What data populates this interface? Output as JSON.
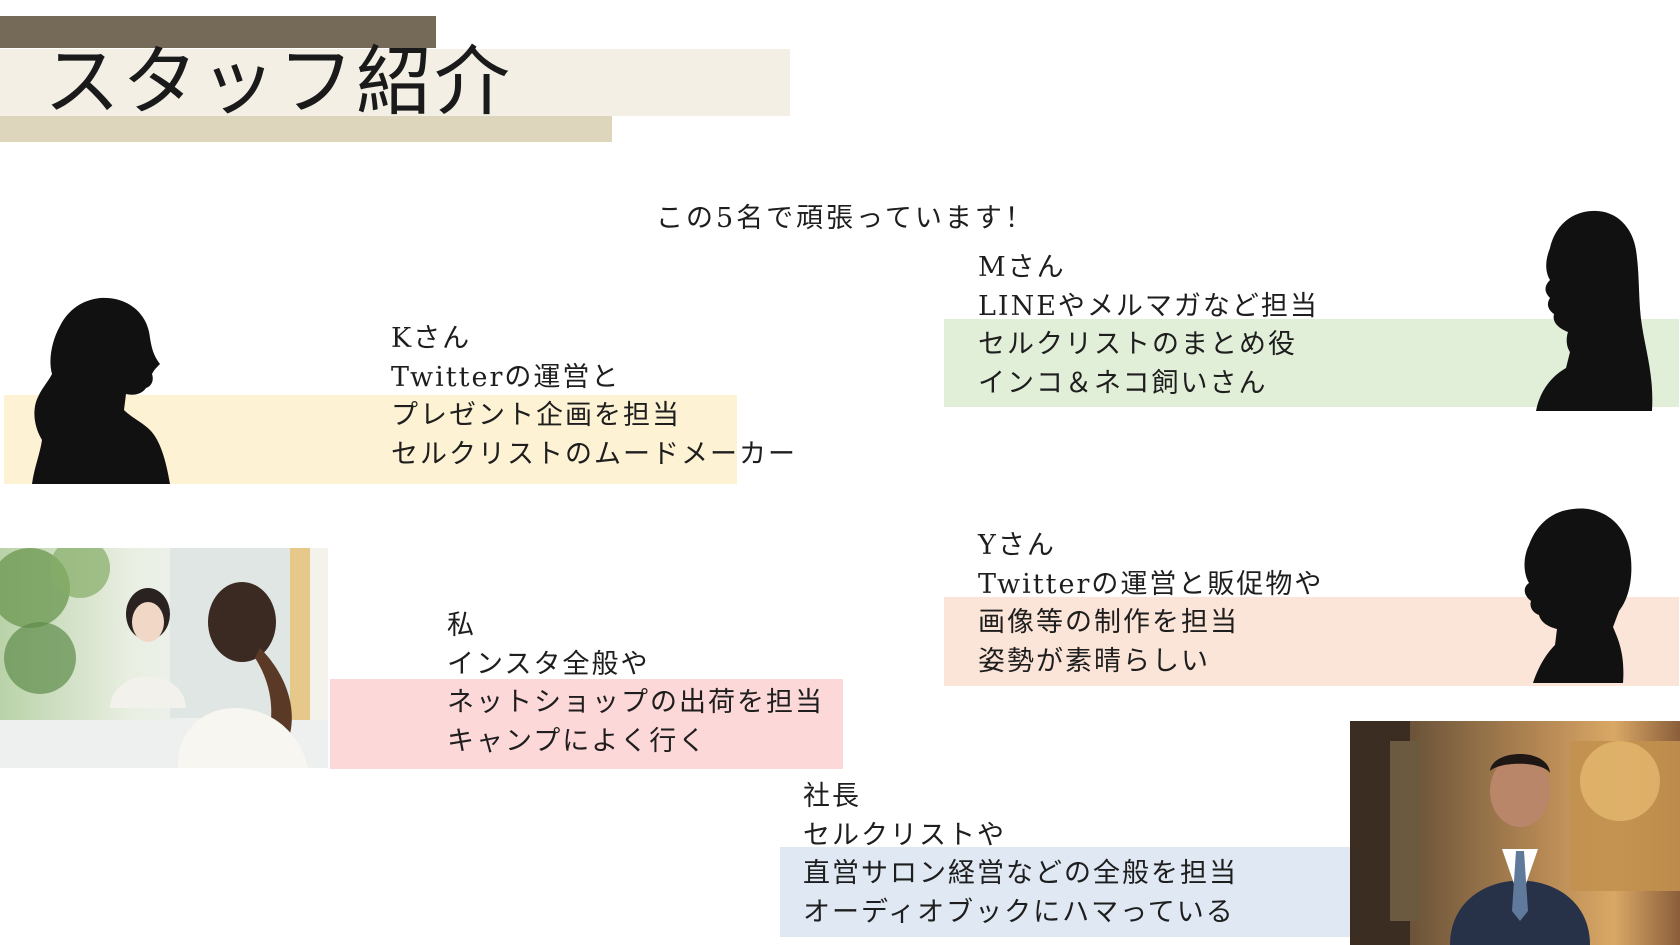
{
  "title": "スタッフ紹介",
  "subtitle": "この5名で頑張っています！",
  "staff": {
    "k": {
      "lines": [
        "Kさん",
        "Twitterの運営と",
        "プレゼント企画を担当",
        "セルクリストのムードメーカー"
      ]
    },
    "m": {
      "lines": [
        "Mさん",
        "LINEやメルマガなど担当",
        "セルクリストのまとめ役",
        "インコ＆ネコ飼いさん"
      ]
    },
    "watashi": {
      "lines": [
        "私",
        "インスタ全般や",
        "ネットショップの出荷を担当",
        "キャンプによく行く"
      ]
    },
    "y": {
      "lines": [
        "Yさん",
        "Twitterの運営と販促物や",
        "画像等の制作を担当",
        "姿勢が素晴らしい"
      ]
    },
    "shacho": {
      "lines": [
        "社長",
        "セルクリストや",
        "直営サロン経営などの全般を担当",
        "オーディオブックにハマっている"
      ]
    }
  },
  "colors": {
    "title_bar_dark": "#756a57",
    "title_bar_light": "#f3efe5",
    "title_bar_tan": "#ddd6bd",
    "band_k": "#fdf2d3",
    "band_m": "#e2efd8",
    "band_watashi": "#fcd8d9",
    "band_y": "#fbe4d8",
    "band_shacho": "#dfe8f3"
  }
}
